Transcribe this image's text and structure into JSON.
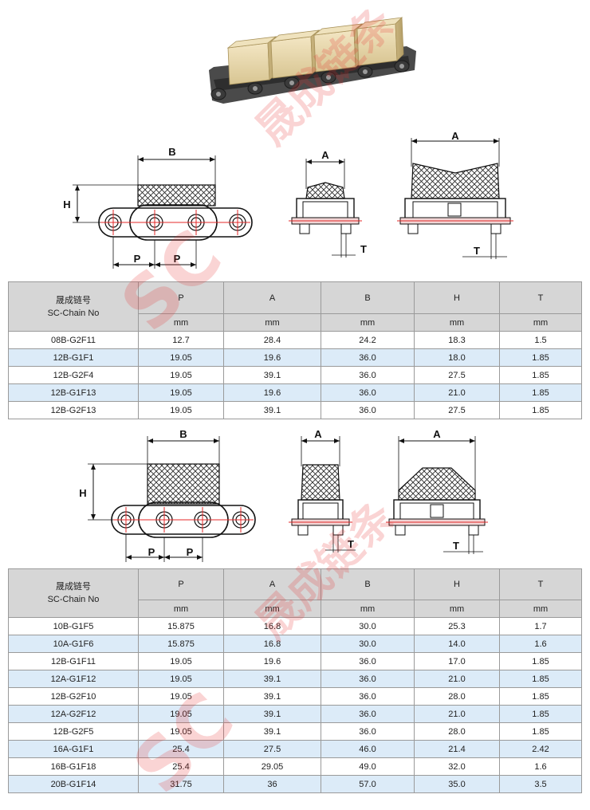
{
  "brand_watermark": "晟成链条",
  "brand_colors": {
    "watermark": "#e42828",
    "row_highlight": "#dcebf8",
    "header_bg": "#d6d6d6"
  },
  "diagram_labels": {
    "B": "B",
    "H": "H",
    "P": "P",
    "A": "A",
    "T": "T"
  },
  "table1": {
    "header_name_cn": "晟成链号",
    "header_name_en": "SC-Chain No",
    "columns": [
      "P",
      "A",
      "B",
      "H",
      "T"
    ],
    "units": [
      "mm",
      "mm",
      "mm",
      "mm",
      "mm"
    ],
    "rows": [
      [
        "08B-G2F11",
        "12.7",
        "28.4",
        "24.2",
        "18.3",
        "1.5"
      ],
      [
        "12B-G1F1",
        "19.05",
        "19.6",
        "36.0",
        "18.0",
        "1.85"
      ],
      [
        "12B-G2F4",
        "19.05",
        "39.1",
        "36.0",
        "27.5",
        "1.85"
      ],
      [
        "12B-G1F13",
        "19.05",
        "19.6",
        "36.0",
        "21.0",
        "1.85"
      ],
      [
        "12B-G2F13",
        "19.05",
        "39.1",
        "36.0",
        "27.5",
        "1.85"
      ]
    ]
  },
  "table2": {
    "header_name_cn": "晟成链号",
    "header_name_en": "SC-Chain No",
    "columns": [
      "P",
      "A",
      "B",
      "H",
      "T"
    ],
    "units": [
      "mm",
      "mm",
      "mm",
      "mm",
      "mm"
    ],
    "rows": [
      [
        "10B-G1F5",
        "15.875",
        "16.8",
        "30.0",
        "25.3",
        "1.7"
      ],
      [
        "10A-G1F6",
        "15.875",
        "16.8",
        "30.0",
        "14.0",
        "1.6"
      ],
      [
        "12B-G1F11",
        "19.05",
        "19.6",
        "36.0",
        "17.0",
        "1.85"
      ],
      [
        "12A-G1F12",
        "19.05",
        "39.1",
        "36.0",
        "21.0",
        "1.85"
      ],
      [
        "12B-G2F10",
        "19.05",
        "39.1",
        "36.0",
        "28.0",
        "1.85"
      ],
      [
        "12A-G2F12",
        "19.05",
        "39.1",
        "36.0",
        "21.0",
        "1.85"
      ],
      [
        "12B-G2F5",
        "19.05",
        "39.1",
        "36.0",
        "28.0",
        "1.85"
      ],
      [
        "16A-G1F1",
        "25.4",
        "27.5",
        "46.0",
        "21.4",
        "2.42"
      ],
      [
        "16B-G1F18",
        "25.4",
        "29.05",
        "49.0",
        "32.0",
        "1.6"
      ],
      [
        "20B-G1F14",
        "31.75",
        "36",
        "57.0",
        "35.0",
        "3.5"
      ]
    ]
  }
}
